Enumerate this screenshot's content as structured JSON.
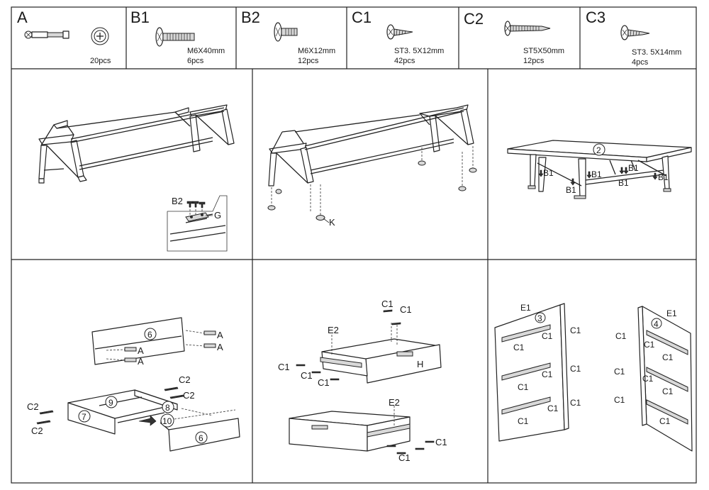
{
  "hardware": [
    {
      "code": "A",
      "spec": "",
      "qty": "20pcs",
      "icon": "cam-bolt-and-lock-icon"
    },
    {
      "code": "B1",
      "spec": "M6X40mm",
      "qty": "6pcs",
      "icon": "machine-screw-long-icon"
    },
    {
      "code": "B2",
      "spec": "M6X12mm",
      "qty": "12pcs",
      "icon": "machine-screw-short-icon"
    },
    {
      "code": "C1",
      "spec": "ST3. 5X12mm",
      "qty": "42pcs",
      "icon": "wood-screw-small-icon"
    },
    {
      "code": "C2",
      "spec": "ST5X50mm",
      "qty": "12pcs",
      "icon": "wood-screw-long-icon"
    },
    {
      "code": "C3",
      "spec": "ST3. 5X14mm",
      "qty": "4pcs",
      "icon": "wood-screw-medium-icon"
    }
  ],
  "steps": {
    "step1": {
      "callouts": [
        "B2",
        "G"
      ]
    },
    "step2": {
      "callouts": [
        "K"
      ]
    },
    "step3": {
      "callouts": [
        "2",
        "B1",
        "B1",
        "B1",
        "B1",
        "B1",
        "B1"
      ]
    },
    "step4": {
      "callouts": [
        "6",
        "A",
        "A",
        "A",
        "A",
        "C2",
        "C2",
        "C2",
        "C2",
        "9",
        "8",
        "7",
        "10",
        "6"
      ]
    },
    "step5": {
      "callouts": [
        "C1",
        "C1",
        "E2",
        "C1",
        "C1",
        "C1",
        "H",
        "E2",
        "C1",
        "C1"
      ]
    },
    "step6": {
      "callouts": [
        "E1",
        "3",
        "C1",
        "C1",
        "C1",
        "C1",
        "C1",
        "C1",
        "C1",
        "C1",
        "C1",
        "E1",
        "4",
        "C1",
        "C1",
        "C1",
        "C1",
        "C1",
        "C1",
        "C1",
        "C1"
      ]
    }
  }
}
